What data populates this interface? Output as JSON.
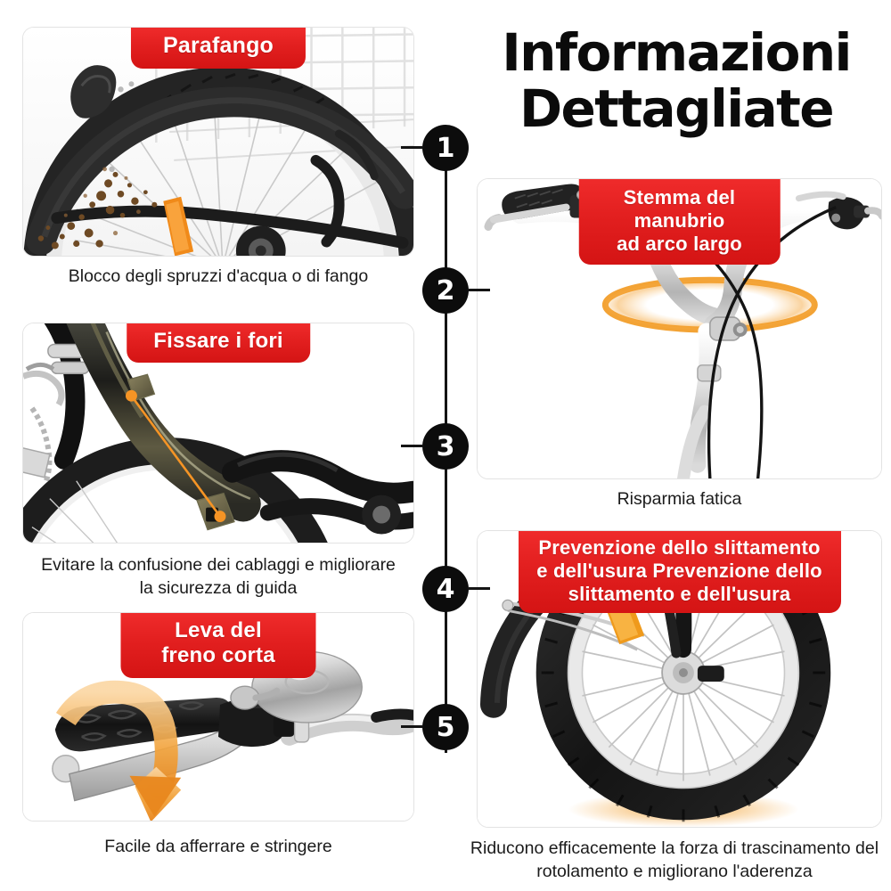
{
  "title": "Informazioni\nDettagliate",
  "colors": {
    "badge_red": "#e21f1f",
    "node_black": "#0c0c0c",
    "accent_orange": "#f59425",
    "card_border": "#e3e3e3",
    "caption_text": "#1b1b1b"
  },
  "timeline": {
    "nodes": [
      {
        "number": "1",
        "tick_side": "left"
      },
      {
        "number": "2",
        "tick_side": "right"
      },
      {
        "number": "3",
        "tick_side": "left"
      },
      {
        "number": "4",
        "tick_side": "right"
      },
      {
        "number": "5",
        "tick_side": "left"
      }
    ]
  },
  "cards": [
    {
      "id": "parafango",
      "badge": "Parafango",
      "caption": "Blocco degli spruzzi d'acqua o di fango",
      "image_alt": "rear-bicycle-wheel-with-black-fender-and-mud-splashes"
    },
    {
      "id": "fissare-i-fori",
      "badge": "Fissare i fori",
      "caption": "Evitare la confusione dei cablaggi e migliorare\nla sicurezza di guida",
      "image_alt": "black-bicycle-frame-with-orange-cable-routing-callout-line"
    },
    {
      "id": "leva-del-freno-corta",
      "badge": "Leva del freno corta",
      "caption": "Facile da afferrare e stringere",
      "image_alt": "handlebar-grip-with-silver-bell-brake-lever-and-orange-curved-arrow"
    },
    {
      "id": "stemma-del-manubrio",
      "badge": "Stemma del manubrio\nad arco largo",
      "caption": "Risparmia fatica",
      "image_alt": "wide-swept-back-silver-handlebar-with-orange-ellipse-highlight"
    },
    {
      "id": "prevenzione-slittamento",
      "badge": "Prevenzione dello slittamento\ne dell'usura Prevenzione dello\nslittamento e dell'usura",
      "caption": "Riducono efficacemente la forza di trascinamento del\nrotolamento e migliorano l'aderenza",
      "image_alt": "front-bicycle-wheel-with-knobby-tire-and-silver-spokes"
    }
  ]
}
